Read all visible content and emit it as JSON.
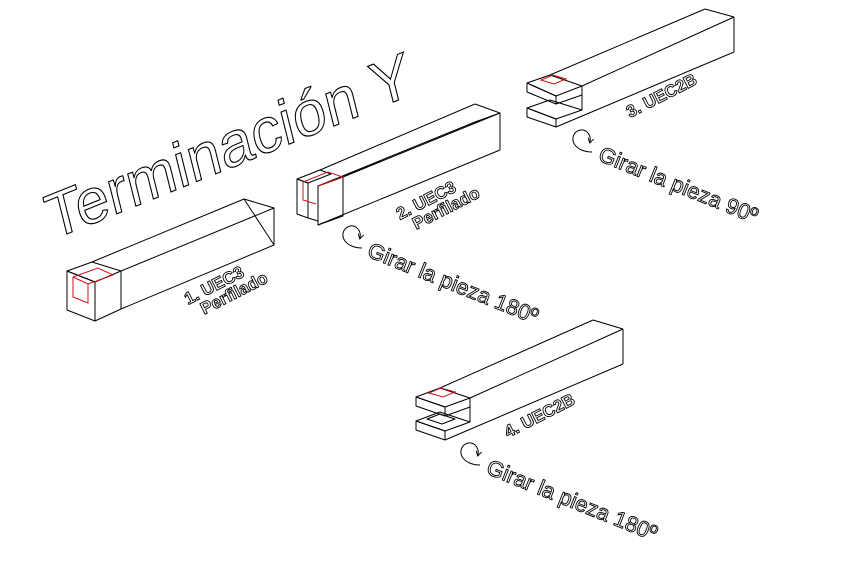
{
  "title": "Terminación Y",
  "colors": {
    "line": "#000000",
    "highlight": "#c8141e",
    "background": "#ffffff"
  },
  "pieces": [
    {
      "step": "1",
      "label_line1": "1. UEC3",
      "label_line2": "Perfilado",
      "type": "open-end-slot"
    },
    {
      "step": "2",
      "label_line1": "2. UEC3",
      "label_line2": "Perfilado",
      "type": "through-slot"
    },
    {
      "step": "3",
      "label_line1": "3. UEC2B",
      "type": "fork-tenon"
    },
    {
      "step": "4",
      "label_line1": "4. UEC2B",
      "type": "fork-tenon-with-pocket"
    }
  ],
  "instructions": [
    {
      "text": "Girar la pieza 180º",
      "icon": "rotate-arrow-icon"
    },
    {
      "text": "Girar la pieza 90º",
      "icon": "rotate-arrow-icon"
    },
    {
      "text": "Girar la pieza 180º",
      "icon": "rotate-arrow-icon"
    }
  ]
}
